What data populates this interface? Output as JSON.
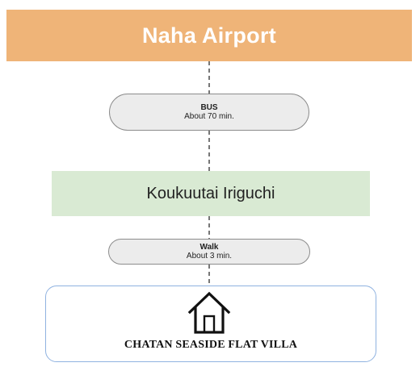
{
  "origin": {
    "name": "Naha Airport",
    "color": "#efb478"
  },
  "legs": [
    {
      "mode": "BUS",
      "duration": "About 70 min."
    },
    {
      "mode": "Walk",
      "duration": "About 3 min."
    }
  ],
  "transfer": {
    "name": "Koukuutai Iriguchi",
    "color": "#d9ead3"
  },
  "destination": {
    "name": "CHATAN SEASIDE FLAT VILLA",
    "icon": "house-icon",
    "border_color": "#8fb2e0"
  }
}
